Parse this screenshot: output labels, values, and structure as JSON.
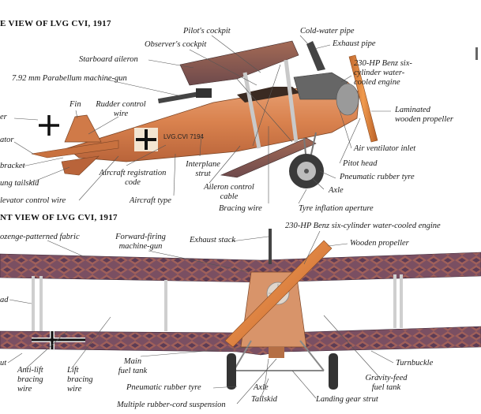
{
  "headings": {
    "side_view": "E VIEW OF LVG CVI, 1917",
    "front_view": "NT VIEW OF LVG CVI, 1917"
  },
  "side_labels": {
    "pilots_cockpit": "Pilot's cockpit",
    "cold_water_pipe": "Cold-water pipe",
    "observers_cockpit": "Observer's cockpit",
    "exhaust_pipe": "Exhaust pipe",
    "starboard_aileron": "Starboard aileron",
    "engine": "230-HP Benz six-cylinder water-cooled engine",
    "machine_gun": "7.92 mm Parabellum machine-gun",
    "fin": "Fin",
    "rudder_control_wire": "Rudder control wire",
    "laminated_propeller": "Laminated wooden propeller",
    "er": "er",
    "ator": "ator",
    "air_ventilator_inlet": "Air ventilator inlet",
    "bracket": "bracket",
    "pitot_head": "Pitot head",
    "interplane_strut": "Interplane strut",
    "registration_code": "Aircraft registration code",
    "tailskid": "ung tailskid",
    "pneumatic_tyre": "Pneumatic rubber tyre",
    "aileron_control_cable": "Aileron control cable",
    "axle": "Axle",
    "elevator_control_wire": "levator control wire",
    "aircraft_type": "Aircraft type",
    "bracing_wire": "Bracing wire",
    "tyre_inflation": "Tyre inflation aperture"
  },
  "front_labels": {
    "engine": "230-HP Benz six-cylinder water-cooled engine",
    "lozenge_fabric": "ozenge-patterned fabric",
    "forward_machine_gun": "Forward-firing machine-gun",
    "exhaust_stack": "Exhaust stack",
    "wooden_propeller": "Wooden propeller",
    "ad": "ad",
    "main_fuel_tank": "Main fuel tank",
    "turnbuckle": "Turnbuckle",
    "ut": "ut",
    "anti_lift": "Anti-lift bracing wire",
    "lift_bracing": "Lift bracing wire",
    "gravity_feed": "Gravity-feed fuel tank",
    "pneumatic_tyre": "Pneumatic rubber tyre",
    "axle": "Axle",
    "tailskid": "Tailskid",
    "landing_gear": "Landing gear strut",
    "suspension": "Multiple rubber-cord suspension"
  },
  "aircraft_markings": {
    "registration": "LVG.CVI 7194"
  },
  "colors": {
    "fuselage": "#d9824e",
    "wing_lozenge_dark": "#6a4a64",
    "wing_lozenge_light": "#b06a55",
    "propeller": "#e07a35",
    "metal": "#9a9a9a"
  }
}
